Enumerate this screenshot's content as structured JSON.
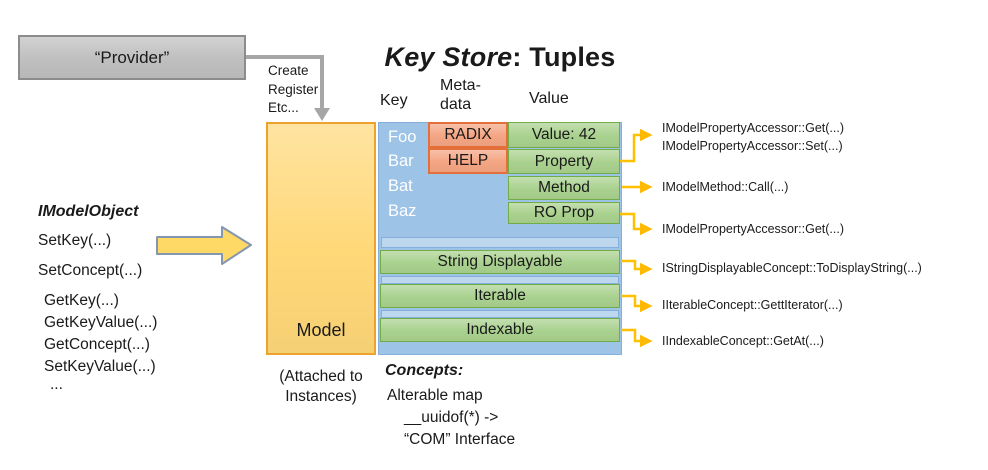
{
  "provider": {
    "label": "“Provider”"
  },
  "create_note": {
    "line1": "Create",
    "line2": "Register",
    "line3": "Etc..."
  },
  "title": {
    "italic": "Key Store",
    "rest": ": Tuples"
  },
  "columns": {
    "key": "Key",
    "metadata_line1": "Meta-",
    "metadata_line2": "data",
    "value": "Value"
  },
  "left_panel": {
    "heading": "IModelObject",
    "items": [
      "SetKey(...)",
      "SetConcept(...)",
      "GetKey(...)",
      "GetKeyValue(...)",
      "GetConcept(...)",
      "SetKeyValue(...)",
      "..."
    ]
  },
  "model_box": {
    "title": "Model",
    "subtitle_line1": "(Attached to",
    "subtitle_line2": "Instances)"
  },
  "key_store": {
    "keys": [
      "Foo",
      "Bar",
      "Bat",
      "Baz"
    ],
    "metadata_tags": [
      "RADIX",
      "HELP"
    ],
    "value_cells": [
      "Value: 42",
      "Property",
      "Method",
      "RO Prop"
    ],
    "concept_bars": [
      "String Displayable",
      "Iterable",
      "Indexable"
    ]
  },
  "api_labels": {
    "property_get": "IModelPropertyAccessor::Get(...)",
    "property_set": "IModelPropertyAccessor::Set(...)",
    "method_call": "IModelMethod::Call(...)",
    "ro_prop_get": "IModelPropertyAccessor::Get(...)",
    "string_displayable": "IStringDisplayableConcept::ToDisplayString(...)",
    "iterable": "IIterableConcept::GettIterator(...)",
    "indexable": "IIndexableConcept::GetAt(...)"
  },
  "concepts_note": {
    "heading": "Concepts:",
    "line1": "Alterable map",
    "line2": "__uuidof(*) ->",
    "line3": "“COM” Interface"
  },
  "colors": {
    "model_fill": "#FFD878",
    "model_border": "#EDA22D",
    "store_fill": "#9DC3E6",
    "store_strip": "#BDD7EE",
    "store_border": "#85AEDB",
    "metadata_fill": "#F4A583",
    "metadata_border": "#E3703A",
    "value_fill": "#A9D18E",
    "value_border": "#70AD47",
    "connector": "#FFC000",
    "connector_head": "#FFB900",
    "provider_fill": "#BFBFBF",
    "provider_border": "#8C8C8C",
    "gray_arrow": "#A6A6A6",
    "block_arrow_fill": "#FFD966",
    "block_arrow_border": "#8496B0"
  }
}
